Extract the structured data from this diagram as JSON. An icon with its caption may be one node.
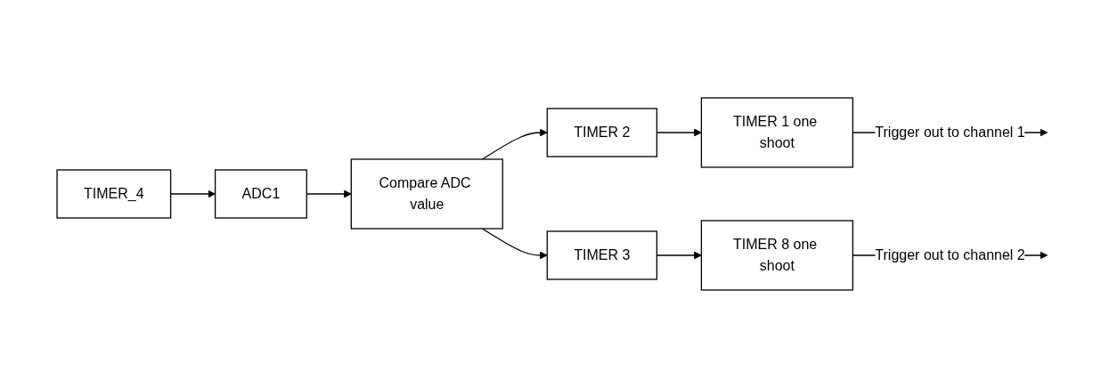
{
  "diagram": {
    "nodes": [
      {
        "text": [
          "TIMER_4"
        ]
      },
      {
        "text": [
          "ADC1"
        ]
      },
      {
        "text": [
          "Compare ADC value"
        ]
      },
      {
        "text": [
          "TIMER 2"
        ]
      },
      {
        "text": [
          "TIMER 1 one shoot"
        ]
      },
      {
        "text": [
          "TIMER 3"
        ]
      },
      {
        "text": [
          "TIMER 8 one shoot"
        ]
      }
    ],
    "edges": [
      {
        "from": 0,
        "to": 1,
        "arrow": "to"
      },
      {
        "from": 1,
        "to": 2,
        "arrow": "to"
      },
      {
        "from": 2,
        "to": 3,
        "arrow": "to"
      },
      {
        "from": 2,
        "to": 5,
        "arrow": "to"
      },
      {
        "from": 3,
        "to": 4,
        "arrow": "to"
      },
      {
        "from": 5,
        "to": 6,
        "arrow": "to"
      },
      {
        "from": 4,
        "to": null,
        "arrow": "to",
        "label": "Trigger out to channel 1"
      },
      {
        "from": 6,
        "to": null,
        "arrow": "to",
        "label": "Trigger out to channel 2"
      }
    ]
  }
}
